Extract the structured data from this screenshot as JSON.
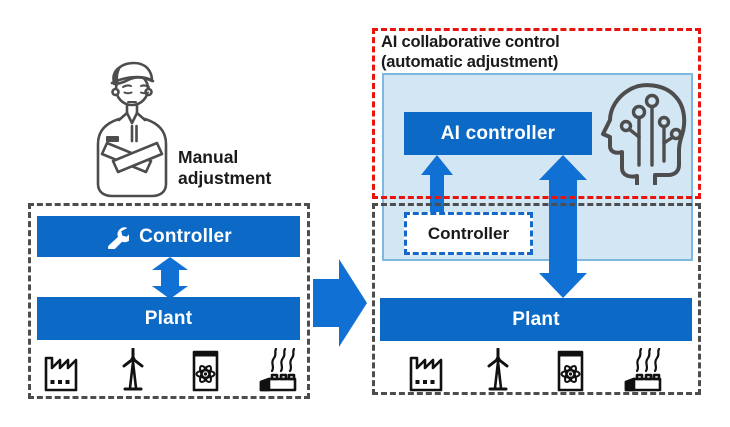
{
  "colors": {
    "primary_blue": "#0c6ac6",
    "arrow_blue": "#1170d4",
    "panel_fill": "#d3e6f4",
    "panel_border": "#7eb8de",
    "red_accent": "#e8150f",
    "dark_gray": "#4d4d4d",
    "text_black": "#1a1a1a",
    "bar_text": "#ffffff"
  },
  "left": {
    "caption_line1": "Manual",
    "caption_line2": "adjustment",
    "person_icon": "worker-person",
    "controller_label": "Controller",
    "controller_icon": "wrench",
    "plant_label": "Plant",
    "icons": [
      "factory",
      "wind-turbine",
      "nuclear-plant",
      "thermal-plant"
    ]
  },
  "transition": {
    "arrow_icon": "right-arrow"
  },
  "right": {
    "title_line1": "AI collaborative control",
    "title_line2": "(automatic adjustment)",
    "ai_controller_label": "AI controller",
    "ai_icon": "ai-head-circuit",
    "controller_label": "Controller",
    "plant_label": "Plant",
    "icons": [
      "factory",
      "wind-turbine",
      "nuclear-plant",
      "thermal-plant"
    ]
  }
}
